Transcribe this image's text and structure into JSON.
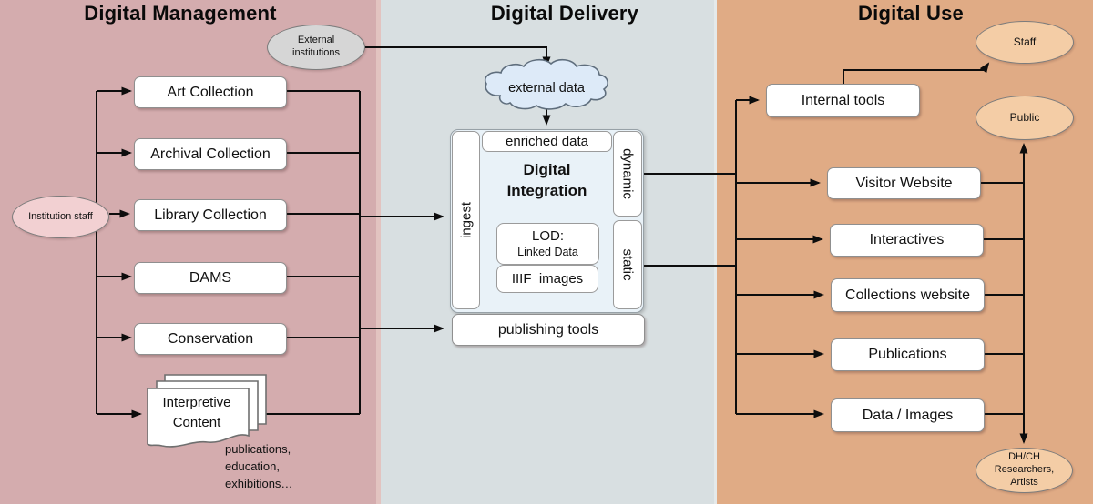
{
  "colors": {
    "management_bg": "#d4acae",
    "management_edge": "#e2c3c0",
    "delivery_bg": "#d8dfe1",
    "use_bg": "#e0ab85",
    "box_bg": "#ffffff",
    "box_border": "#8f8f8f",
    "staff_ellipse": "#f2d0d2",
    "external_ellipse": "#d6d6d6",
    "peach_ellipse": "#f4cda6",
    "cloud_fill": "#ddeaf8",
    "integration_fill": "#e9f2f8",
    "line": "#0d0d0d"
  },
  "sections": {
    "management": {
      "title": "Digital Management"
    },
    "delivery": {
      "title": "Digital Delivery"
    },
    "use": {
      "title": "Digital Use"
    }
  },
  "management": {
    "staff_ellipse": "Institution staff",
    "external_ellipse": "External institutions",
    "boxes": [
      {
        "label": "Art Collection"
      },
      {
        "label": "Archival Collection"
      },
      {
        "label": "Library Collection"
      },
      {
        "label": "DAMS"
      },
      {
        "label": "Conservation"
      }
    ],
    "interpretive": {
      "label": "Interpretive\nContent",
      "caption": "publications,\neducation,\nexhibitions…"
    }
  },
  "delivery": {
    "cloud": "external data",
    "enriched": "enriched data",
    "ingest": "ingest",
    "dynamic": "dynamic",
    "static": "static",
    "integration_title": "Digital\nIntegration",
    "lod_title": "LOD:",
    "lod_subtitle": "Linked Data",
    "iiif": "IIIF  images",
    "publishing": "publishing tools"
  },
  "use": {
    "boxes": [
      {
        "label": "Internal tools"
      },
      {
        "label": "Visitor Website"
      },
      {
        "label": "Interactives"
      },
      {
        "label": "Collections website"
      },
      {
        "label": "Publications"
      },
      {
        "label": "Data / Images"
      }
    ],
    "ellipses": [
      {
        "label": "Staff"
      },
      {
        "label": "Public"
      },
      {
        "label": "DH/CH Researchers, Artists"
      }
    ]
  }
}
